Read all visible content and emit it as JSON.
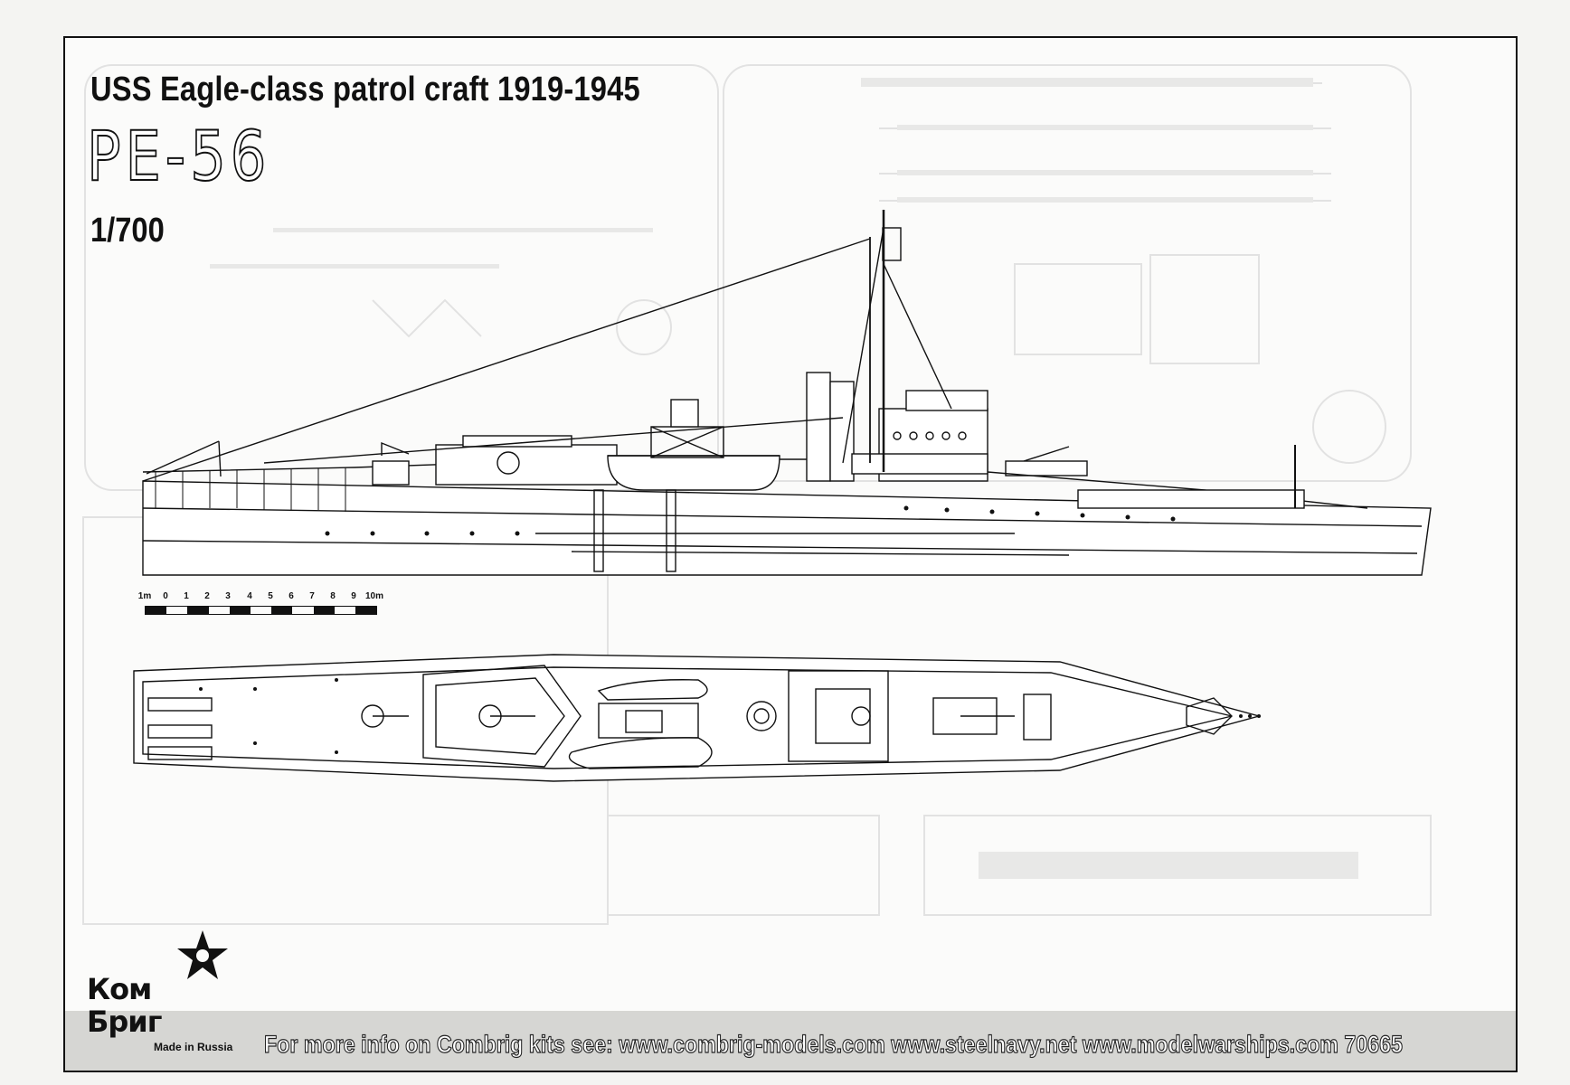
{
  "title": "USS Eagle-class patrol craft 1919-1945",
  "designation": "PE-56",
  "scale": "1/700",
  "scale_bar": {
    "labels": [
      "1m",
      "0",
      "1",
      "2",
      "3",
      "4",
      "5",
      "6",
      "7",
      "8",
      "9",
      "10m"
    ]
  },
  "logo": {
    "line1": "Ком",
    "line2": "Бриг",
    "tagline": "Made in Russia",
    "icon": "star-icon"
  },
  "footer": {
    "text": "For more info on Combrig kits see: www.combrig-models.com www.steelnavy.net  www.modelwarships.com  70665"
  },
  "colors": {
    "ink": "#111111",
    "paper": "#fbfbfa",
    "footer_band": "#d6d6d3"
  }
}
